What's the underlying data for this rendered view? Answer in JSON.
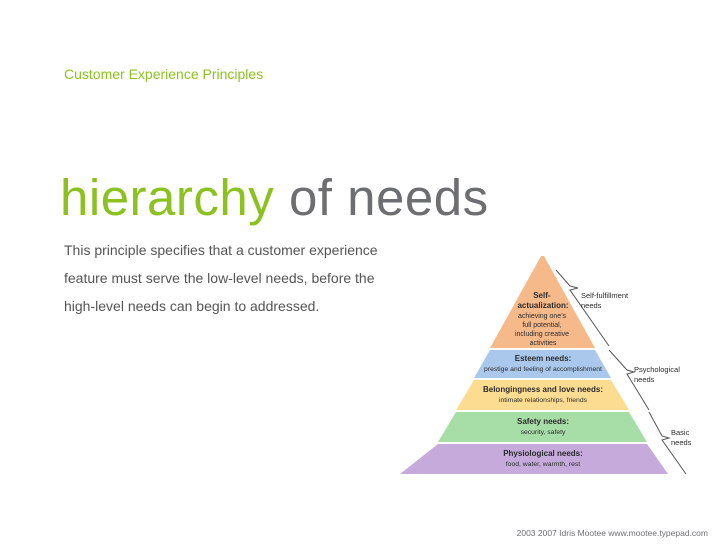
{
  "header": {
    "kicker": "Customer Experience Principles"
  },
  "headline": {
    "highlight": "hierarchy",
    "rest": "of needs"
  },
  "body": {
    "text": "This principle specifies that a customer experience feature must serve the low-level needs, before the high-level needs can begin to addressed."
  },
  "pyramid": {
    "levels": [
      {
        "title": "Self-",
        "title2": "actualization:",
        "desc": [
          "achieving one's",
          "full potential,",
          "including creative",
          "activities"
        ],
        "color": "#f6b98a"
      },
      {
        "title": "Esteem needs:",
        "desc": [
          "prestige and feeling of accomplishment"
        ],
        "color": "#a9c8ec"
      },
      {
        "title": "Belongingness and love needs:",
        "desc": [
          "intimate relationships, friends"
        ],
        "color": "#fbdc91"
      },
      {
        "title": "Safety needs:",
        "desc": [
          "security, safety"
        ],
        "color": "#a7dda6"
      },
      {
        "title": "Physiological needs:",
        "desc": [
          "food, water, warmth, rest"
        ],
        "color": "#c5aadb"
      }
    ],
    "brackets": [
      {
        "line1": "Self-fulfillment",
        "line2": "needs"
      },
      {
        "line1": "Psychological",
        "line2": "needs"
      },
      {
        "line1": "Basic",
        "line2": "needs"
      }
    ]
  },
  "footer": {
    "credit": "2003 2007 Idris Mootee www.mootee.typepad.com"
  }
}
